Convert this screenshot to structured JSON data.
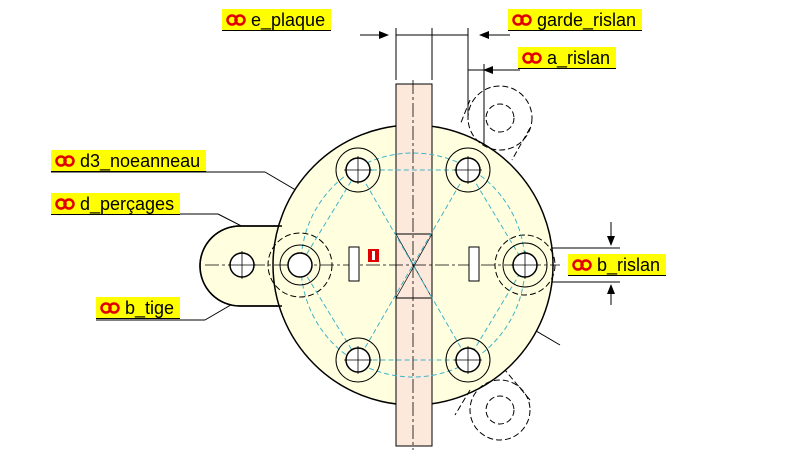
{
  "labels": {
    "e_plaque": "e_plaque",
    "garde_rislan": "garde_rislan",
    "a_rislan": "a_rislan",
    "d3_noeanneau": "d3_noeanneau",
    "d_percages": "d_perçages",
    "b_rislan": "b_rislan",
    "b_tige": "b_tige"
  },
  "colors": {
    "tag_background": "#ffff00",
    "link_icon": "#e00000",
    "part_fill": "#ffffe0",
    "plate_fill": "#fde9dc",
    "construction_lines": "#3fb3c8",
    "axis_lines": "#000000",
    "origin_marker": "#e00000"
  },
  "icons": {
    "parameter_link": "link-chain-icon"
  }
}
